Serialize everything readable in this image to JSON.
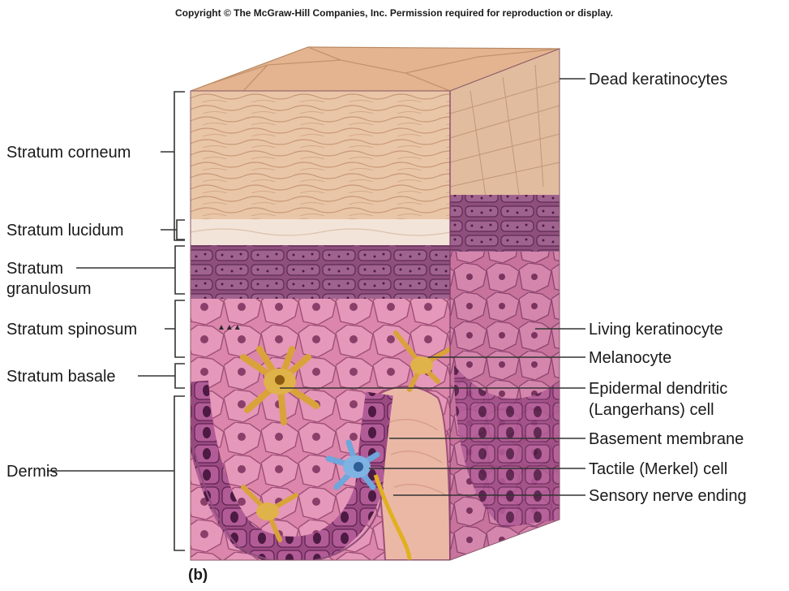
{
  "copyright": "Copyright © The McGraw-Hill Companies, Inc. Permission required for reproduction or display.",
  "figure_label": "(b)",
  "left_labels": {
    "stratum_corneum": "Stratum corneum",
    "stratum_lucidum": "Stratum lucidum",
    "stratum_granulosum_line1": "Stratum",
    "stratum_granulosum_line2": "granulosum",
    "stratum_spinosum": "Stratum spinosum",
    "stratum_basale": "Stratum basale",
    "dermis": "Dermis"
  },
  "right_labels": {
    "dead_keratinocytes": "Dead keratinocytes",
    "living_keratinocyte": "Living keratinocyte",
    "melanocyte": "Melanocyte",
    "langerhans_line1": "Epidermal dendritic",
    "langerhans_line2": "(Langerhans) cell",
    "basement_membrane": "Basement membrane",
    "merkel_cell": "Tactile (Merkel) cell",
    "sensory_nerve": "Sensory nerve ending"
  },
  "colors": {
    "corneum": "#e8c3a3",
    "lucidum": "#f3e6dc",
    "granulosum": "#8a4a78",
    "spinosum": "#d97fa6",
    "basale": "#a14f86",
    "dermis": "#e8b3a3",
    "melanocyte": "#d9a33a",
    "merkel": "#6fa6dc",
    "nerve": "#e0b020"
  }
}
